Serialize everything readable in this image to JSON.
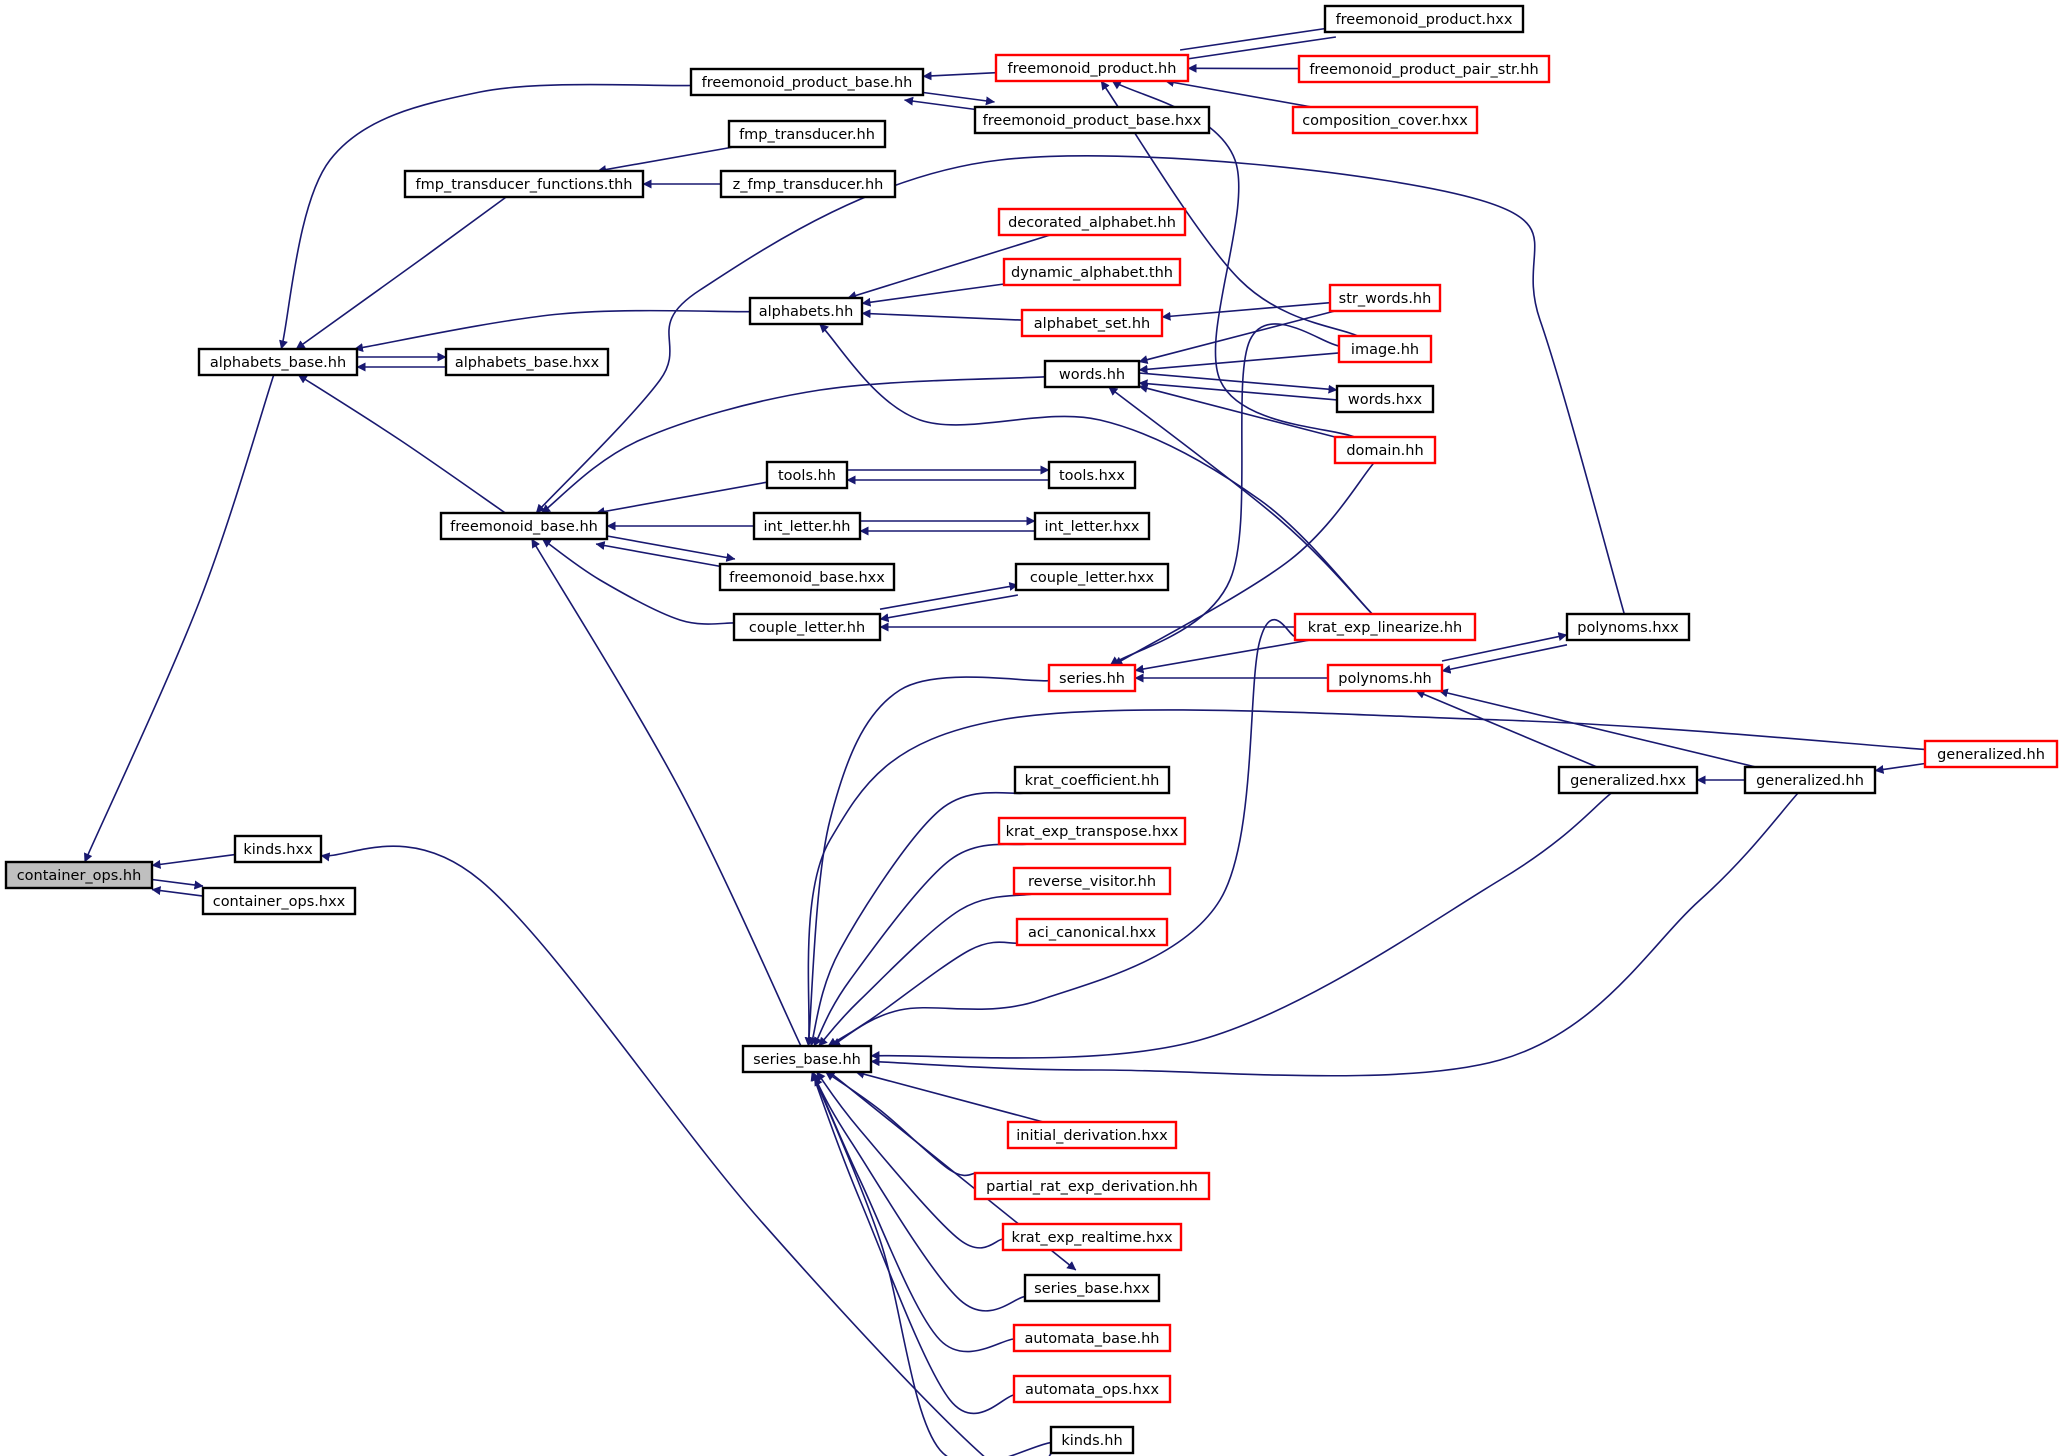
{
  "colors": {
    "edge": "#191970",
    "highlighted_fill": "#bfbfbf",
    "normal_border": "#000000",
    "truncated_border": "#ff0000"
  },
  "nodes": [
    {
      "id": "container_ops_hh",
      "label": "container_ops.hh",
      "style": "current"
    },
    {
      "id": "kinds_hxx",
      "label": "kinds.hxx",
      "style": "black"
    },
    {
      "id": "container_ops_hxx",
      "label": "container_ops.hxx",
      "style": "black"
    },
    {
      "id": "alphabets_base_hh",
      "label": "alphabets_base.hh",
      "style": "black"
    },
    {
      "id": "alphabets_base_hxx",
      "label": "alphabets_base.hxx",
      "style": "black"
    },
    {
      "id": "freemonoid_product_base_hh",
      "label": "freemonoid_product_base.hh",
      "style": "black"
    },
    {
      "id": "fmp_transducer_functions_thh",
      "label": "fmp_transducer_functions.thh",
      "style": "black"
    },
    {
      "id": "fmp_transducer_hh",
      "label": "fmp_transducer.hh",
      "style": "black"
    },
    {
      "id": "z_fmp_transducer_hh",
      "label": "z_fmp_transducer.hh",
      "style": "black"
    },
    {
      "id": "freemonoid_product_hh",
      "label": "freemonoid_product.hh",
      "style": "red"
    },
    {
      "id": "freemonoid_product_base_hxx",
      "label": "freemonoid_product_base.hxx",
      "style": "black"
    },
    {
      "id": "freemonoid_product_hxx",
      "label": "freemonoid_product.hxx",
      "style": "black"
    },
    {
      "id": "freemonoid_product_pair_str_hh",
      "label": "freemonoid_product_pair_str.hh",
      "style": "red"
    },
    {
      "id": "composition_cover_hxx",
      "label": "composition_cover.hxx",
      "style": "red"
    },
    {
      "id": "decorated_alphabet_hh",
      "label": "decorated_alphabet.hh",
      "style": "red"
    },
    {
      "id": "dynamic_alphabet_thh",
      "label": "dynamic_alphabet.thh",
      "style": "red"
    },
    {
      "id": "alphabets_hh",
      "label": "alphabets.hh",
      "style": "black"
    },
    {
      "id": "alphabet_set_hh",
      "label": "alphabet_set.hh",
      "style": "red"
    },
    {
      "id": "str_words_hh",
      "label": "str_words.hh",
      "style": "red"
    },
    {
      "id": "image_hh",
      "label": "image.hh",
      "style": "red"
    },
    {
      "id": "words_hh",
      "label": "words.hh",
      "style": "black"
    },
    {
      "id": "words_hxx",
      "label": "words.hxx",
      "style": "black"
    },
    {
      "id": "domain_hh",
      "label": "domain.hh",
      "style": "red"
    },
    {
      "id": "freemonoid_base_hh",
      "label": "freemonoid_base.hh",
      "style": "black"
    },
    {
      "id": "tools_hh",
      "label": "tools.hh",
      "style": "black"
    },
    {
      "id": "tools_hxx",
      "label": "tools.hxx",
      "style": "black"
    },
    {
      "id": "int_letter_hh",
      "label": "int_letter.hh",
      "style": "black"
    },
    {
      "id": "int_letter_hxx",
      "label": "int_letter.hxx",
      "style": "black"
    },
    {
      "id": "freemonoid_base_hxx",
      "label": "freemonoid_base.hxx",
      "style": "black"
    },
    {
      "id": "couple_letter_hxx",
      "label": "couple_letter.hxx",
      "style": "black"
    },
    {
      "id": "couple_letter_hh",
      "label": "couple_letter.hh",
      "style": "black"
    },
    {
      "id": "krat_exp_linearize_hh",
      "label": "krat_exp_linearize.hh",
      "style": "red"
    },
    {
      "id": "polynoms_hxx",
      "label": "polynoms.hxx",
      "style": "black"
    },
    {
      "id": "series_hh",
      "label": "series.hh",
      "style": "red"
    },
    {
      "id": "polynoms_hh",
      "label": "polynoms.hh",
      "style": "red"
    },
    {
      "id": "generalized_hh_red",
      "label": "generalized.hh",
      "style": "red"
    },
    {
      "id": "krat_coefficient_hh",
      "label": "krat_coefficient.hh",
      "style": "black"
    },
    {
      "id": "generalized_hxx",
      "label": "generalized.hxx",
      "style": "black"
    },
    {
      "id": "generalized_hh",
      "label": "generalized.hh",
      "style": "black"
    },
    {
      "id": "krat_exp_transpose_hxx",
      "label": "krat_exp_transpose.hxx",
      "style": "red"
    },
    {
      "id": "reverse_visitor_hh",
      "label": "reverse_visitor.hh",
      "style": "red"
    },
    {
      "id": "aci_canonical_hxx",
      "label": "aci_canonical.hxx",
      "style": "red"
    },
    {
      "id": "series_base_hh",
      "label": "series_base.hh",
      "style": "black"
    },
    {
      "id": "initial_derivation_hxx",
      "label": "initial_derivation.hxx",
      "style": "red"
    },
    {
      "id": "partial_rat_exp_derivation_hh",
      "label": "partial_rat_exp_derivation.hh",
      "style": "red"
    },
    {
      "id": "krat_exp_realtime_hxx",
      "label": "krat_exp_realtime.hxx",
      "style": "red"
    },
    {
      "id": "series_base_hxx",
      "label": "series_base.hxx",
      "style": "black"
    },
    {
      "id": "automata_base_hh",
      "label": "automata_base.hh",
      "style": "red"
    },
    {
      "id": "automata_ops_hxx",
      "label": "automata_ops.hxx",
      "style": "red"
    },
    {
      "id": "kinds_hh",
      "label": "kinds.hh",
      "style": "black"
    }
  ],
  "edges": [
    {
      "from": "kinds_hxx",
      "to": "container_ops_hh"
    },
    {
      "from": "container_ops_hh",
      "to": "container_ops_hxx"
    },
    {
      "from": "container_ops_hxx",
      "to": "container_ops_hh"
    },
    {
      "from": "alphabets_base_hh",
      "to": "container_ops_hh"
    },
    {
      "from": "freemonoid_product_base_hh",
      "to": "alphabets_base_hh"
    },
    {
      "from": "fmp_transducer_functions_thh",
      "to": "alphabets_base_hh"
    },
    {
      "from": "alphabets_hh",
      "to": "alphabets_base_hh"
    },
    {
      "from": "alphabets_base_hh",
      "to": "alphabets_base_hxx"
    },
    {
      "from": "alphabets_base_hxx",
      "to": "alphabets_base_hh"
    },
    {
      "from": "freemonoid_base_hh",
      "to": "alphabets_base_hh"
    },
    {
      "from": "fmp_transducer_hh",
      "to": "fmp_transducer_functions_thh"
    },
    {
      "from": "z_fmp_transducer_hh",
      "to": "fmp_transducer_functions_thh"
    },
    {
      "from": "freemonoid_product_hh",
      "to": "freemonoid_product_base_hh"
    },
    {
      "from": "freemonoid_product_base_hh",
      "to": "freemonoid_product_base_hxx"
    },
    {
      "from": "freemonoid_product_base_hxx",
      "to": "freemonoid_product_base_hh"
    },
    {
      "from": "freemonoid_product_hh",
      "to": "freemonoid_product_hxx"
    },
    {
      "from": "freemonoid_product_hxx",
      "to": "freemonoid_product_hh"
    },
    {
      "from": "freemonoid_product_pair_str_hh",
      "to": "freemonoid_product_hh"
    },
    {
      "from": "composition_cover_hxx",
      "to": "freemonoid_product_hh"
    },
    {
      "from": "image_hh",
      "to": "freemonoid_product_hh"
    },
    {
      "from": "domain_hh",
      "to": "freemonoid_product_hh"
    },
    {
      "from": "decorated_alphabet_hh",
      "to": "alphabets_hh"
    },
    {
      "from": "dynamic_alphabet_thh",
      "to": "alphabets_hh"
    },
    {
      "from": "alphabet_set_hh",
      "to": "alphabets_hh"
    },
    {
      "from": "krat_exp_linearize_hh",
      "to": "alphabets_hh"
    },
    {
      "from": "str_words_hh",
      "to": "alphabet_set_hh"
    },
    {
      "from": "str_words_hh",
      "to": "words_hh"
    },
    {
      "from": "image_hh",
      "to": "words_hh"
    },
    {
      "from": "words_hh",
      "to": "words_hxx"
    },
    {
      "from": "words_hxx",
      "to": "words_hh"
    },
    {
      "from": "domain_hh",
      "to": "words_hh"
    },
    {
      "from": "krat_exp_linearize_hh",
      "to": "words_hh"
    },
    {
      "from": "polynoms_hxx",
      "to": "freemonoid_base_hh"
    },
    {
      "from": "words_hh",
      "to": "freemonoid_base_hh"
    },
    {
      "from": "tools_hh",
      "to": "freemonoid_base_hh"
    },
    {
      "from": "tools_hh",
      "to": "tools_hxx"
    },
    {
      "from": "tools_hxx",
      "to": "tools_hh"
    },
    {
      "from": "int_letter_hh",
      "to": "freemonoid_base_hh"
    },
    {
      "from": "int_letter_hh",
      "to": "int_letter_hxx"
    },
    {
      "from": "int_letter_hxx",
      "to": "int_letter_hh"
    },
    {
      "from": "freemonoid_base_hh",
      "to": "freemonoid_base_hxx"
    },
    {
      "from": "freemonoid_base_hxx",
      "to": "freemonoid_base_hh"
    },
    {
      "from": "couple_letter_hh",
      "to": "freemonoid_base_hh"
    },
    {
      "from": "couple_letter_hh",
      "to": "couple_letter_hxx"
    },
    {
      "from": "couple_letter_hxx",
      "to": "couple_letter_hh"
    },
    {
      "from": "krat_exp_linearize_hh",
      "to": "couple_letter_hh"
    },
    {
      "from": "series_base_hh",
      "to": "freemonoid_base_hh"
    },
    {
      "from": "image_hh",
      "to": "series_hh"
    },
    {
      "from": "domain_hh",
      "to": "series_hh"
    },
    {
      "from": "krat_exp_linearize_hh",
      "to": "series_hh"
    },
    {
      "from": "polynoms_hh",
      "to": "series_hh"
    },
    {
      "from": "polynoms_hh",
      "to": "polynoms_hxx"
    },
    {
      "from": "polynoms_hxx",
      "to": "polynoms_hh"
    },
    {
      "from": "generalized_hxx",
      "to": "polynoms_hh"
    },
    {
      "from": "generalized_hh",
      "to": "polynoms_hh"
    },
    {
      "from": "generalized_hh",
      "to": "generalized_hxx"
    },
    {
      "from": "generalized_hh_red",
      "to": "generalized_hh"
    },
    {
      "from": "kinds_hh",
      "to": "kinds_hxx"
    },
    {
      "from": "series_hh",
      "to": "series_base_hh"
    },
    {
      "from": "generalized_hh_red",
      "to": "series_base_hh"
    },
    {
      "from": "krat_coefficient_hh",
      "to": "series_base_hh"
    },
    {
      "from": "krat_exp_transpose_hxx",
      "to": "series_base_hh"
    },
    {
      "from": "reverse_visitor_hh",
      "to": "series_base_hh"
    },
    {
      "from": "aci_canonical_hxx",
      "to": "series_base_hh"
    },
    {
      "from": "krat_exp_linearize_hh",
      "to": "series_base_hh"
    },
    {
      "from": "generalized_hxx",
      "to": "series_base_hh"
    },
    {
      "from": "generalized_hh",
      "to": "series_base_hh"
    },
    {
      "from": "initial_derivation_hxx",
      "to": "series_base_hh"
    },
    {
      "from": "partial_rat_exp_derivation_hh",
      "to": "series_base_hh"
    },
    {
      "from": "krat_exp_realtime_hxx",
      "to": "series_base_hh"
    },
    {
      "from": "series_base_hh",
      "to": "series_base_hxx"
    },
    {
      "from": "series_base_hxx",
      "to": "series_base_hh"
    },
    {
      "from": "automata_base_hh",
      "to": "series_base_hh"
    },
    {
      "from": "automata_ops_hxx",
      "to": "series_base_hh"
    },
    {
      "from": "kinds_hh",
      "to": "series_base_hh"
    }
  ]
}
